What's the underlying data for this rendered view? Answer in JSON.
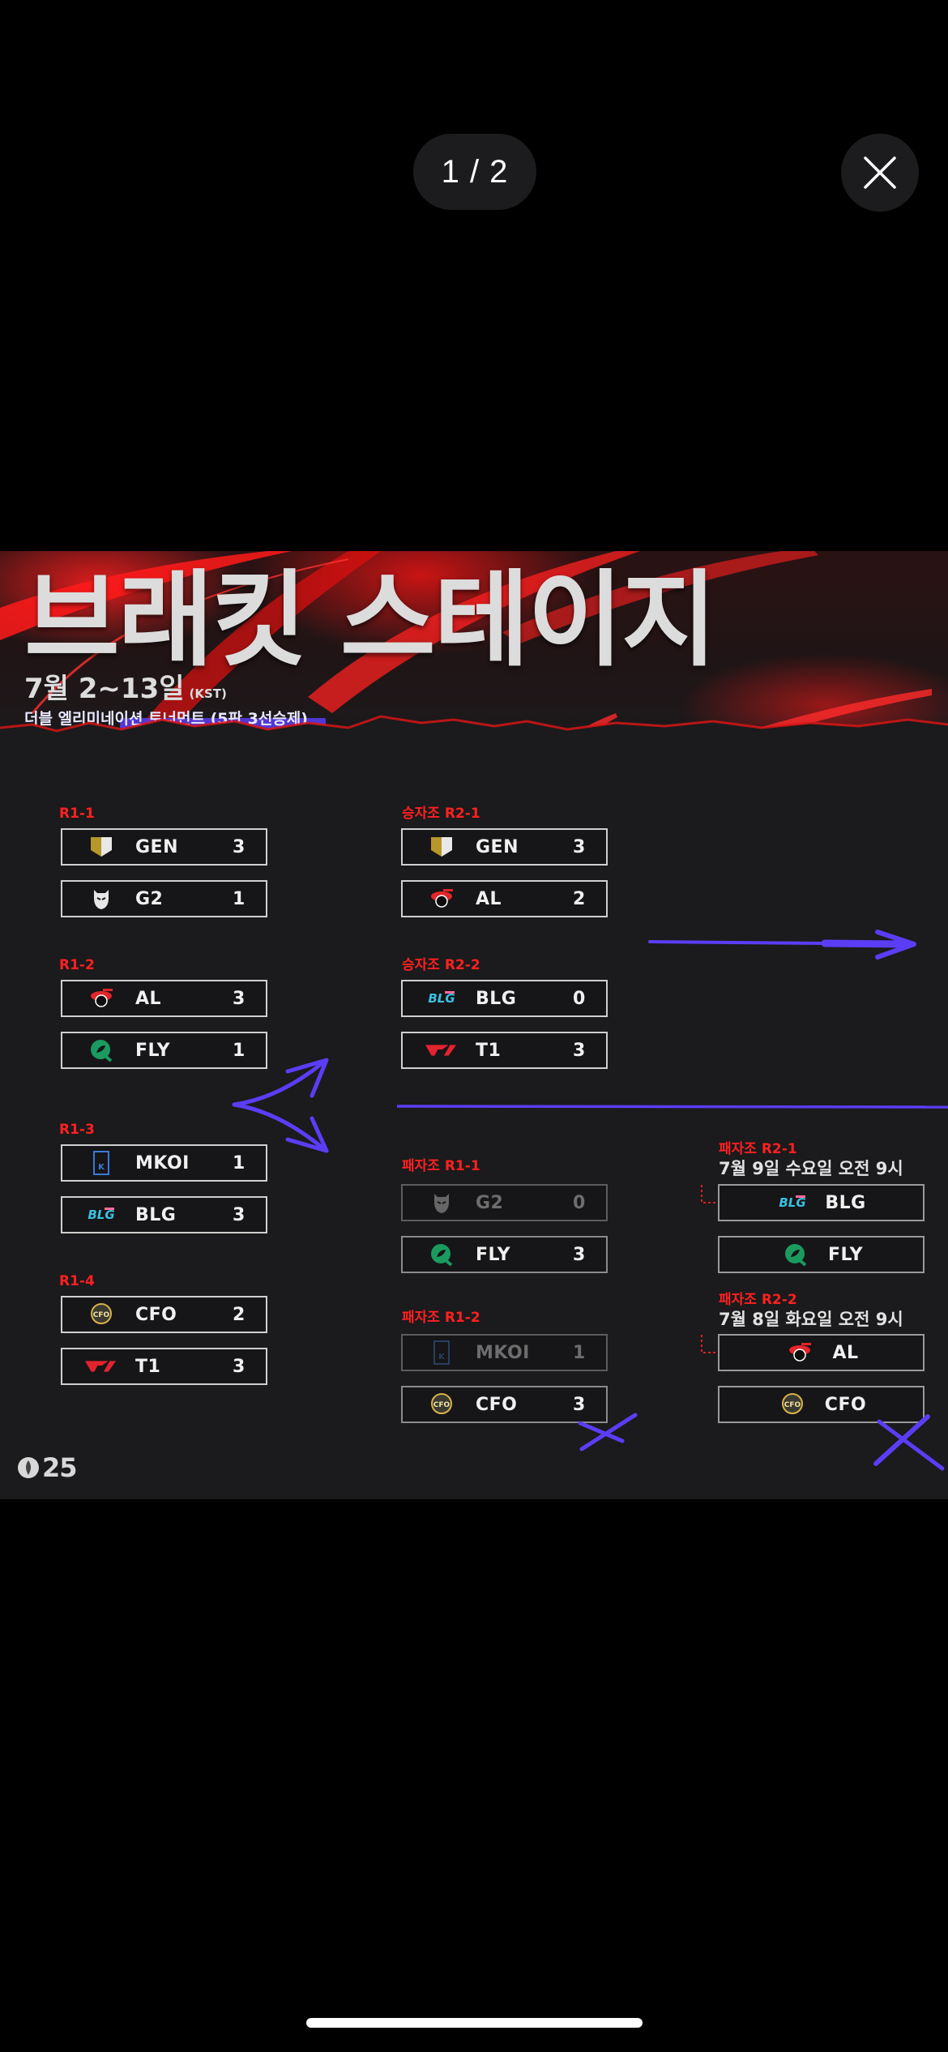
{
  "viewer": {
    "page_indicator": "1 / 2",
    "close_icon": "close-x-icon"
  },
  "poster": {
    "title": "브래킷 스테이지",
    "dates": "7월 2~13일",
    "timezone": "(KST)",
    "format": "더블 엘리미네이션 토너먼트 (5판 3선승제)",
    "footer_logo": "MSI 25",
    "colors": {
      "background": "#1b1a1c",
      "label_red": "#ff2020",
      "annotation_purple": "#5b3df5",
      "box_border": "#cfcfcf",
      "box_border_dim": "#5c5c5c"
    }
  },
  "matches": {
    "r1_1": {
      "label": "R1-1",
      "teams": [
        {
          "name": "GEN",
          "score": "3",
          "logo": "gen-logo-icon"
        },
        {
          "name": "G2",
          "score": "1",
          "logo": "g2-logo-icon"
        }
      ]
    },
    "r1_2": {
      "label": "R1-2",
      "teams": [
        {
          "name": "AL",
          "score": "3",
          "logo": "al-logo-icon"
        },
        {
          "name": "FLY",
          "score": "1",
          "logo": "fly-logo-icon"
        }
      ]
    },
    "r1_3": {
      "label": "R1-3",
      "teams": [
        {
          "name": "MKOI",
          "score": "1",
          "logo": "mkoi-logo-icon"
        },
        {
          "name": "BLG",
          "score": "3",
          "logo": "blg-logo-icon"
        }
      ]
    },
    "r1_4": {
      "label": "R1-4",
      "teams": [
        {
          "name": "CFO",
          "score": "2",
          "logo": "cfo-logo-icon"
        },
        {
          "name": "T1",
          "score": "3",
          "logo": "t1-logo-icon"
        }
      ]
    },
    "w_r2_1": {
      "label": "승자조 R2-1",
      "teams": [
        {
          "name": "GEN",
          "score": "3",
          "logo": "gen-logo-icon"
        },
        {
          "name": "AL",
          "score": "2",
          "logo": "al-logo-icon"
        }
      ]
    },
    "w_r2_2": {
      "label": "승자조 R2-2",
      "teams": [
        {
          "name": "BLG",
          "score": "0",
          "logo": "blg-logo-icon"
        },
        {
          "name": "T1",
          "score": "3",
          "logo": "t1-logo-icon"
        }
      ]
    },
    "l_r1_1": {
      "label": "패자조 R1-1",
      "teams": [
        {
          "name": "G2",
          "score": "0",
          "logo": "g2-logo-icon",
          "eliminated": true
        },
        {
          "name": "FLY",
          "score": "3",
          "logo": "fly-logo-icon"
        }
      ]
    },
    "l_r1_2": {
      "label": "패자조 R1-2",
      "teams": [
        {
          "name": "MKOI",
          "score": "1",
          "logo": "mkoi-logo-icon",
          "eliminated": true
        },
        {
          "name": "CFO",
          "score": "3",
          "logo": "cfo-logo-icon"
        }
      ]
    },
    "l_r2_1": {
      "label": "패자조 R2-1",
      "date": "7월 9일 수요일 오전 9시",
      "teams": [
        {
          "name": "BLG",
          "logo": "blg-logo-icon"
        },
        {
          "name": "FLY",
          "logo": "fly-logo-icon"
        }
      ]
    },
    "l_r2_2": {
      "label": "패자조 R2-2",
      "date": "7월 8일 화요일 오전 9시",
      "teams": [
        {
          "name": "AL",
          "logo": "al-logo-icon"
        },
        {
          "name": "CFO",
          "logo": "cfo-logo-icon"
        }
      ]
    }
  }
}
